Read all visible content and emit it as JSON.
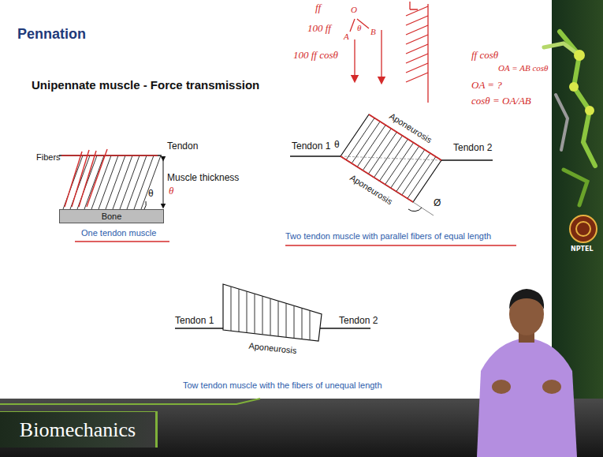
{
  "diagram": {
    "title": "Pennation",
    "nodes": [
      {
        "text": [
          "Bone"
        ]
      },
      {
        "text": [
          "Biomechanics"
        ]
      }
    ],
    "labels": [
      "Unipennate muscle - Force transmission",
      "Fibers",
      "Tendon",
      "Muscle thickness",
      "θ",
      "θ",
      "One tendon muscle",
      "Tendon 1",
      "Aponeurosis",
      "θ",
      "Tendon 2",
      "Aponeurosis",
      "Ø",
      "Two tendon muscle with parallel fibers of equal length",
      "Tendon 1",
      "Tendon 2",
      "Aponeurosis",
      "Tow tendon muscle with the fibers of unequal length",
      "NPTEL",
      "ff",
      "100 ff",
      "100 ff cosθ",
      "O",
      "A",
      "B",
      "θ",
      "ff cosθ",
      "OA = AB cosθ",
      "OA = ?",
      "cosθ = OA/AB"
    ]
  }
}
